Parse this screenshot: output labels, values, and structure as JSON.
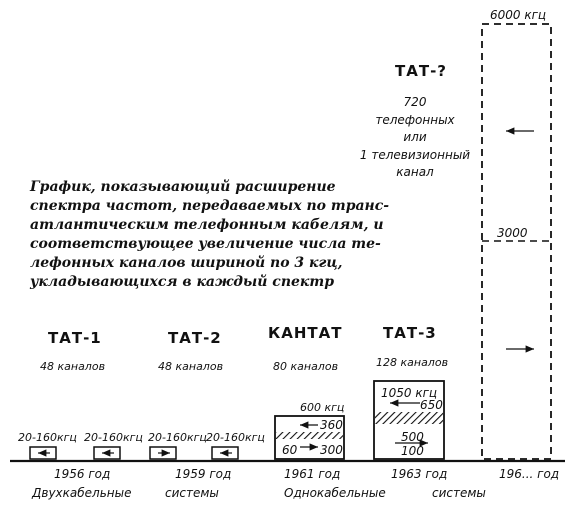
{
  "description_lines": [
    "График, показывающий расширение",
    "спектра частот, передаваемых по транс-",
    "атлантическим телефонным кабелям, и",
    "соответствующее увеличение числа те-",
    "лефонных каналов шириной по 3 кгц,",
    "укладывающихся в каждый спектр"
  ],
  "systems": {
    "tat1": {
      "name": "ТАТ-1",
      "channels": "48 каналов",
      "ranges": [
        "20-160кгц",
        "20-160кгц"
      ],
      "year": "1956 год"
    },
    "tat2": {
      "name": "ТАТ-2",
      "channels": "48 каналов",
      "ranges": [
        "20-160кгц",
        "20-160кгц"
      ],
      "year": "1959 год"
    },
    "cantat": {
      "name": "КАНТАТ",
      "channels": "80 каналов",
      "top": "600 кгц",
      "upper": "360",
      "lower_a": "60",
      "lower_b": "300",
      "year": "1961 год"
    },
    "tat3": {
      "name": "ТАТ-3",
      "channels": "128 каналов",
      "top": "1050 кгц",
      "upper": "650",
      "mid": "500",
      "low": "100",
      "year": "1963 год"
    },
    "tatq": {
      "name": "ТАТ-?",
      "text_lines": [
        "720",
        "телефонных",
        "или",
        "1 телевизионный",
        "канал"
      ],
      "top": "6000 кгц",
      "mid": "3000",
      "year": "196... год"
    }
  },
  "group_labels": {
    "two_cable": [
      "Двухкабельные",
      "системы"
    ],
    "one_cable": [
      "Однокабельные",
      "системы"
    ]
  },
  "colors": {
    "ink": "#111111",
    "background": "#ffffff"
  }
}
